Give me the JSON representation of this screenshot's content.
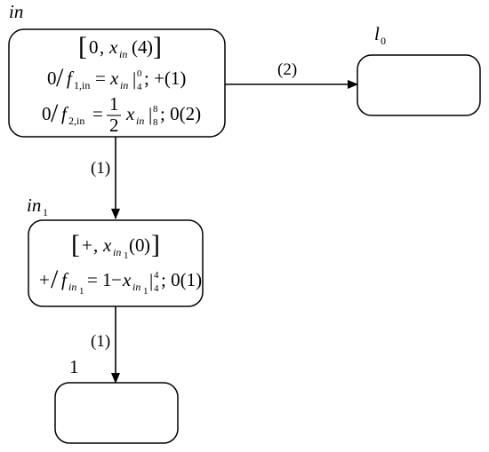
{
  "nodes": {
    "in": {
      "label": "in",
      "line1": {
        "b": "0",
        "x": "x",
        "xs": "in",
        "arg": "4"
      },
      "line2": {
        "head": "0",
        "f": "f",
        "fs": "1,in",
        "x": "x",
        "xs": "in",
        "sup": "0",
        "subv": "4",
        "tail": "; +(1)"
      },
      "line3": {
        "head": "0",
        "f": "f",
        "fs": "2,in",
        "num": "1",
        "den": "2",
        "x": "x",
        "xs": "in",
        "sup": "8",
        "subv": "8",
        "tail": "; 0(2)"
      }
    },
    "l0": {
      "label": "l",
      "label_sub": "0"
    },
    "in1": {
      "label": "in",
      "label_sub": "1",
      "line1": {
        "b": "+",
        "x": "x",
        "xs": "in",
        "xss": "1",
        "arg": "0"
      },
      "line2": {
        "head": "+",
        "f": "f",
        "fs": "in",
        "fss": "1",
        "one": "1",
        "x": "x",
        "xs": "in",
        "xss": "1",
        "sup": "4",
        "subv": "4",
        "tail": "; 0(1)"
      }
    },
    "n1": {
      "label": "1"
    }
  },
  "edges": {
    "in_to_l0": "(2)",
    "in_to_in1": "(1)",
    "in1_to_n1": "(1)"
  },
  "colors": {
    "stroke": "#000000",
    "background": "#ffffff"
  }
}
